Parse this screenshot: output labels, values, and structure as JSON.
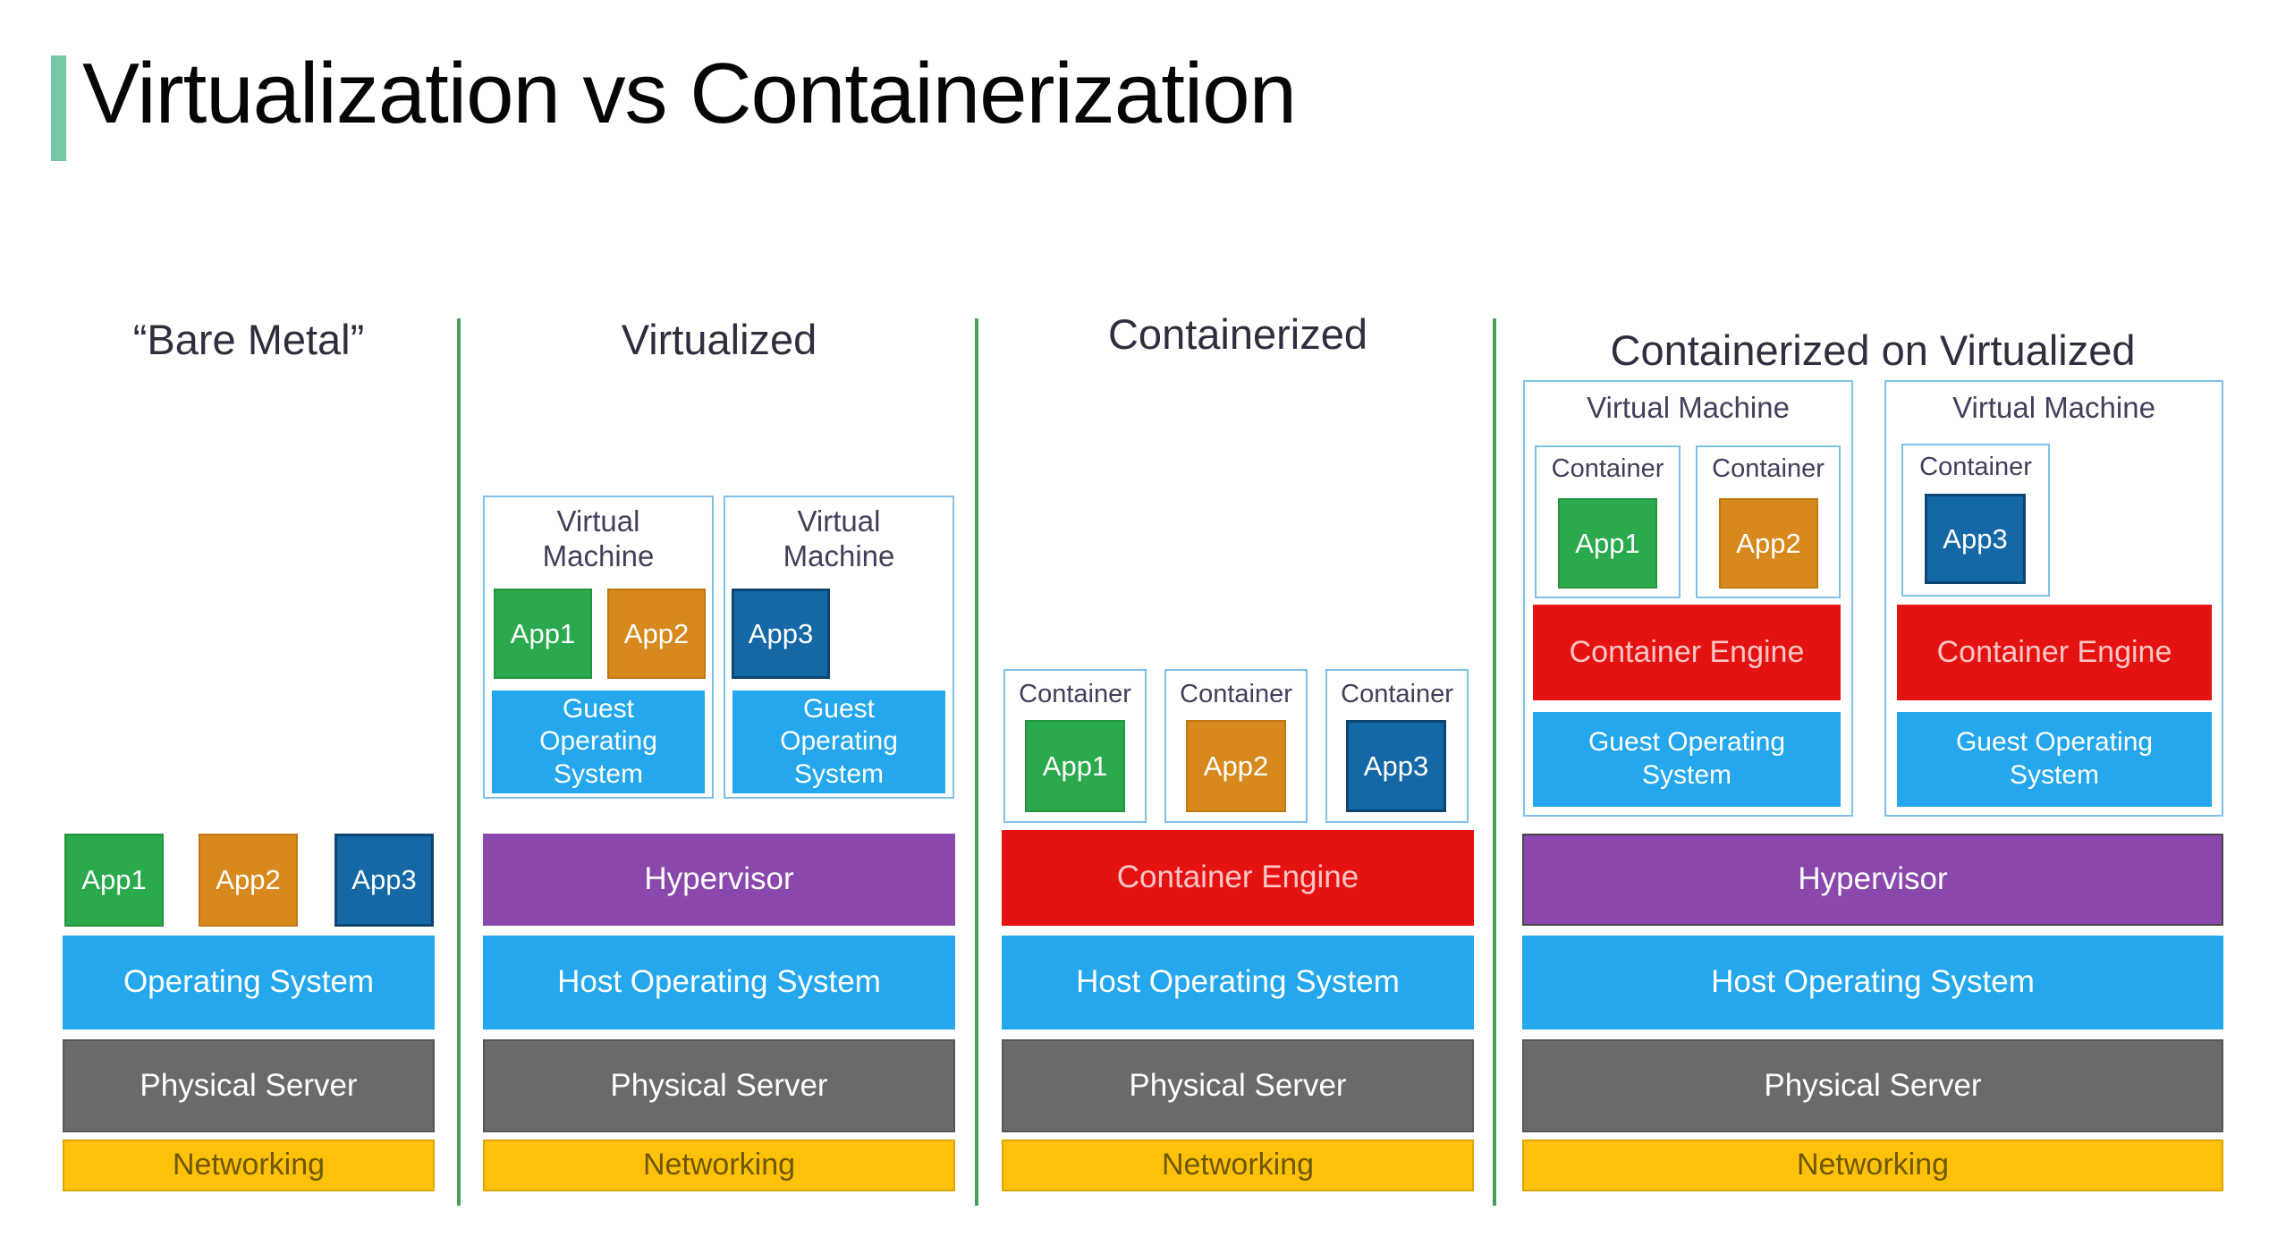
{
  "title": "Virtualization vs Containerization",
  "columns": [
    {
      "header": "“Bare Metal”",
      "apps": [
        {
          "label": "App1"
        },
        {
          "label": "App2"
        },
        {
          "label": "App3"
        }
      ],
      "stack": {
        "os": "Operating System",
        "server": "Physical Server",
        "network": "Networking"
      }
    },
    {
      "header": "Virtualized",
      "vms": [
        {
          "title": "Virtual Machine",
          "apps": [
            {
              "label": "App1"
            },
            {
              "label": "App2"
            }
          ],
          "guest_os": "Guest Operating System"
        },
        {
          "title": "Virtual Machine",
          "apps": [
            {
              "label": "App3"
            }
          ],
          "guest_os": "Guest Operating System"
        }
      ],
      "stack": {
        "hypervisor": "Hypervisor",
        "os": "Host Operating System",
        "server": "Physical Server",
        "network": "Networking"
      }
    },
    {
      "header": "Containerized",
      "containers": [
        {
          "title": "Container",
          "app": "App1"
        },
        {
          "title": "Container",
          "app": "App2"
        },
        {
          "title": "Container",
          "app": "App3"
        }
      ],
      "stack": {
        "engine": "Container Engine",
        "os": "Host Operating System",
        "server": "Physical Server",
        "network": "Networking"
      }
    },
    {
      "header": "Containerized on Virtualized",
      "vms": [
        {
          "title": "Virtual Machine",
          "containers": [
            {
              "title": "Container",
              "app": "App1"
            },
            {
              "title": "Container",
              "app": "App2"
            }
          ],
          "engine": "Container Engine",
          "guest_os": "Guest Operating System"
        },
        {
          "title": "Virtual Machine",
          "containers": [
            {
              "title": "Container",
              "app": "App3"
            }
          ],
          "engine": "Container Engine",
          "guest_os": "Guest Operating System"
        }
      ],
      "stack": {
        "hypervisor": "Hypervisor",
        "os": "Host Operating System",
        "server": "Physical Server",
        "network": "Networking"
      }
    }
  ],
  "colors": {
    "app1_green": "#2aa94d",
    "app2_orange": "#d8891d",
    "app3_blue": "#1568a6",
    "os_sky_blue": "#24a7ec",
    "hypervisor_purple": "#8a47ac",
    "container_engine_red": "#e51212",
    "physical_server_gray": "#6a6a6a",
    "networking_gold": "#ffc10a",
    "networking_text": "#6d5700",
    "vm_container_border_blue": "#7ec1e8",
    "column_divider_green": "#47a05a",
    "title_accent_green": "#74c9a2"
  }
}
